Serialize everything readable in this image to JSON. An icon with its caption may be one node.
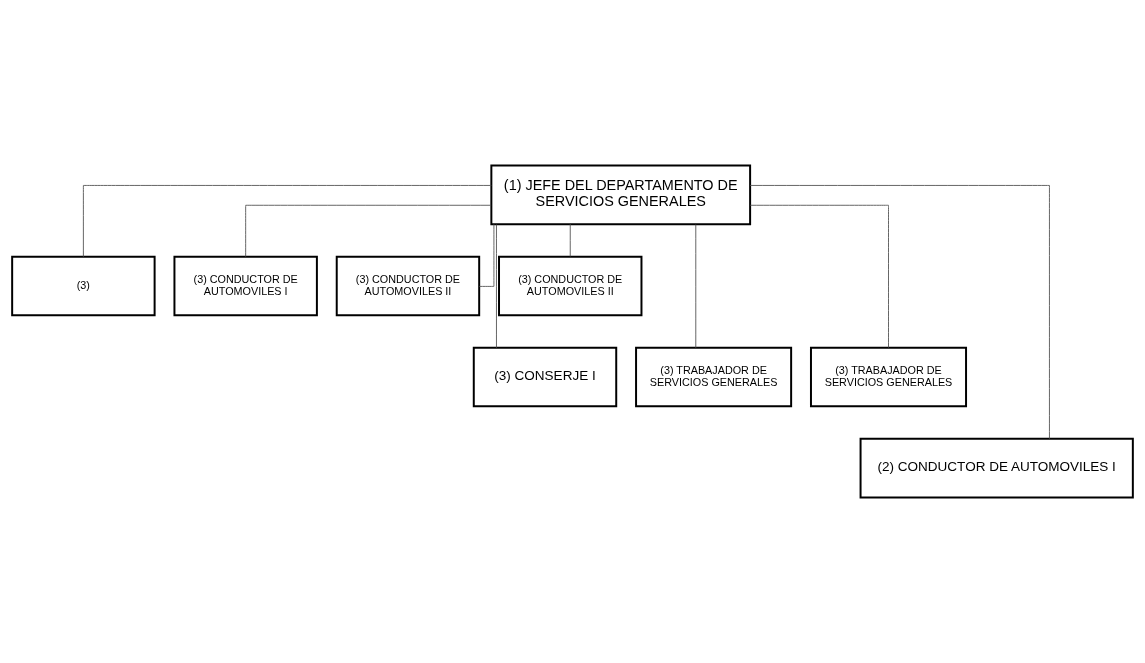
{
  "diagram": {
    "nodes": [
      {
        "text": [
          "(1) JEFE DEL DEPARTAMENTO DE SERVICIOS GENERALES"
        ]
      },
      {
        "text": [
          "(3)"
        ]
      },
      {
        "text": [
          "(3) CONDUCTOR DE AUTOMOVILES I"
        ]
      },
      {
        "text": [
          "(3) CONDUCTOR DE AUTOMOVILES II"
        ]
      },
      {
        "text": [
          "(3) CONDUCTOR DE AUTOMOVILES II"
        ]
      },
      {
        "text": [
          "(3) CONSERJE I"
        ]
      },
      {
        "text": [
          "(3) TRABAJADOR DE SERVICIOS GENERALES"
        ]
      },
      {
        "text": [
          "(3) TRABAJADOR DE SERVICIOS GENERALES"
        ]
      },
      {
        "text": [
          "(2) CONDUCTOR DE AUTOMOVILES I"
        ]
      }
    ],
    "edges": [
      {
        "from": 0,
        "to": 1,
        "arrow": "none"
      },
      {
        "from": 0,
        "to": 2,
        "arrow": "none"
      },
      {
        "from": 0,
        "to": 3,
        "arrow": "none"
      },
      {
        "from": 0,
        "to": 4,
        "arrow": "none"
      },
      {
        "from": 0,
        "to": 5,
        "arrow": "none"
      },
      {
        "from": 0,
        "to": 6,
        "arrow": "none"
      },
      {
        "from": 0,
        "to": 7,
        "arrow": "none"
      },
      {
        "from": 0,
        "to": 8,
        "arrow": "none"
      }
    ]
  }
}
